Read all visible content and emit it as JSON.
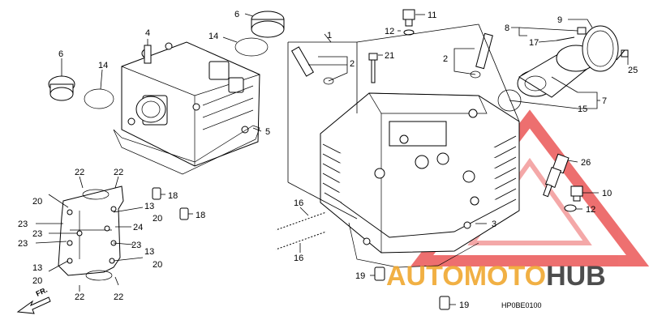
{
  "diagram": {
    "drawing_code": "HP0BE0100",
    "front_label": "FR.",
    "callouts": {
      "c1": "1",
      "c2a": "2",
      "c2b": "2",
      "c3": "3",
      "c4": "4",
      "c5": "5",
      "c6a": "6",
      "c6b": "6",
      "c7": "7",
      "c8": "8",
      "c9": "9",
      "c10": "10",
      "c11": "11",
      "c12a": "12",
      "c12b": "12",
      "c13a": "13",
      "c13b": "13",
      "c13c": "13",
      "c14a": "14",
      "c14b": "14",
      "c15": "15",
      "c16a": "16",
      "c16b": "16",
      "c17": "17",
      "c18a": "18",
      "c18b": "18",
      "c19a": "19",
      "c19b": "19",
      "c20a": "20",
      "c20b": "20",
      "c20c": "20",
      "c20d": "20",
      "c21": "21",
      "c22a": "22",
      "c22b": "22",
      "c22c": "22",
      "c22d": "22",
      "c23a": "23",
      "c23b": "23",
      "c23c": "23",
      "c23d": "23",
      "c24": "24",
      "c25": "25",
      "c26": "26"
    }
  },
  "watermark": {
    "brand_part1": "AUTOMOTO",
    "brand_part2": "HUB",
    "color_orange": "#f0a830",
    "color_red": "#e84040",
    "color_dark": "#3a3a3a"
  }
}
